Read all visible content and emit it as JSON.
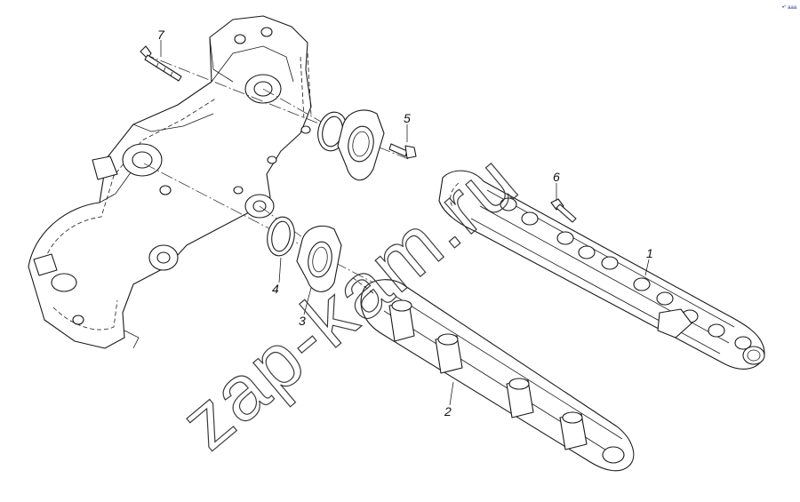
{
  "watermark": "zap-kam.ru",
  "corner_mark": "•° ааа",
  "callouts": [
    {
      "id": "c1",
      "label": "1"
    },
    {
      "id": "c2",
      "label": "2"
    },
    {
      "id": "c3",
      "label": "3"
    },
    {
      "id": "c4",
      "label": "4"
    },
    {
      "id": "c5",
      "label": "5"
    },
    {
      "id": "c6",
      "label": "6"
    },
    {
      "id": "c7",
      "label": "7"
    }
  ]
}
